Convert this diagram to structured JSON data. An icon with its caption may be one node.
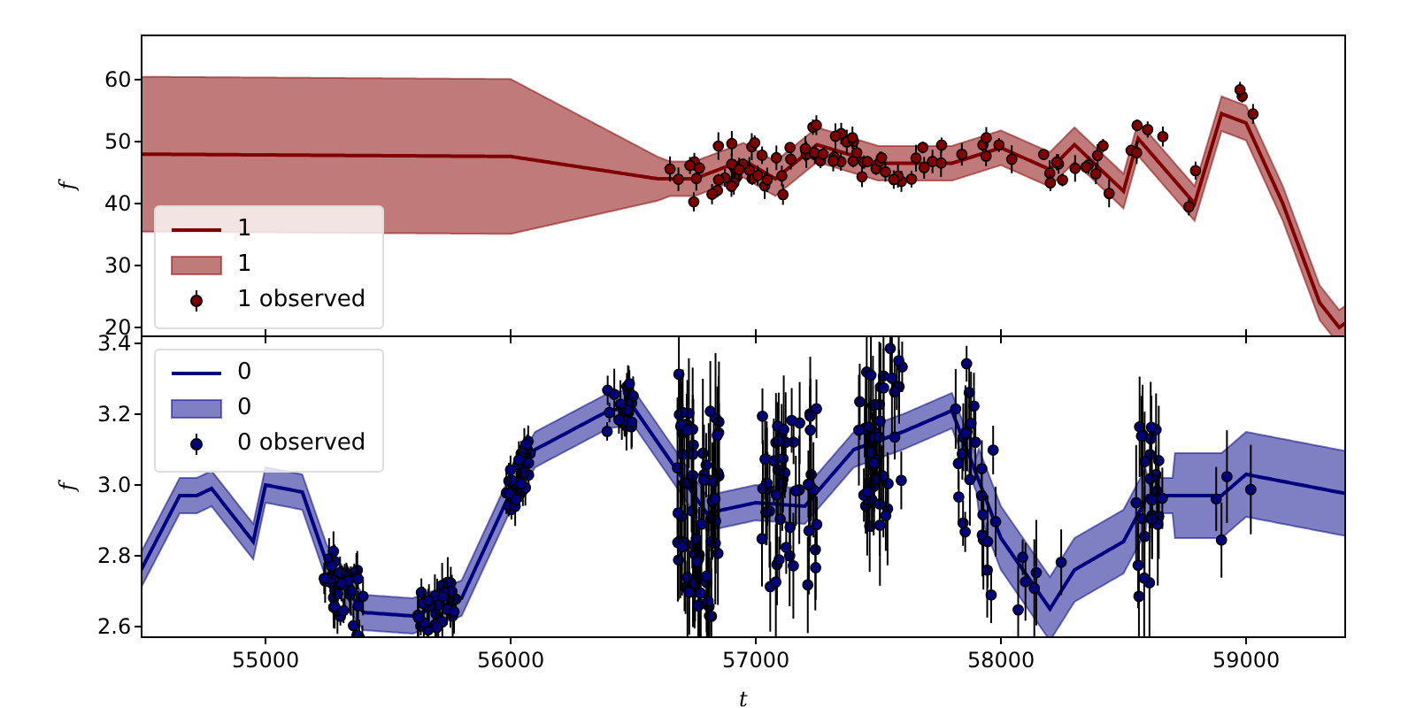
{
  "diagram": {
    "labels": [
      "60",
      "50",
      "40",
      "30",
      "20",
      "f",
      "3.4",
      "3.2",
      "3.0",
      "2.8",
      "2.6",
      "f",
      "55000",
      "56000",
      "57000",
      "58000",
      "59000",
      "t"
    ],
    "legend": [
      {
        "text": "1"
      },
      {
        "text": "1",
        "color": "#c07a7a"
      },
      {
        "text": "1 observed"
      },
      {
        "text": "0"
      },
      {
        "text": "0",
        "color": "#7f7fc3"
      },
      {
        "text": "0 observed"
      }
    ]
  }
}
